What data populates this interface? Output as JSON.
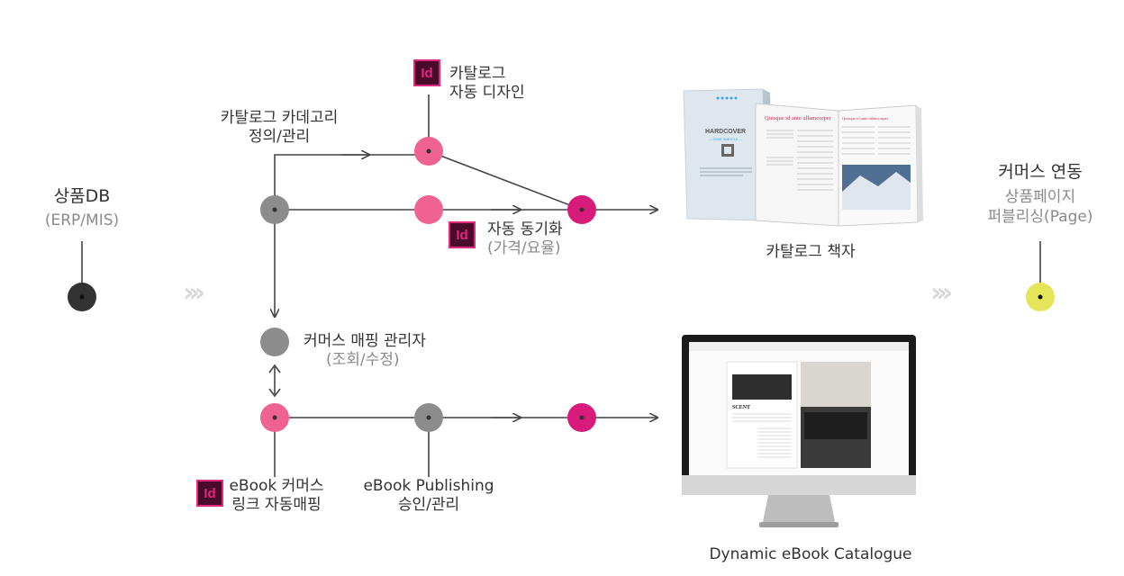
{
  "source": {
    "title": "상품DB",
    "subtitle": "(ERP/MIS)"
  },
  "target": {
    "title": "커머스 연동",
    "line1": "상품페이지",
    "line2": "퍼블리싱(Page)"
  },
  "nodes": {
    "category": {
      "line1": "카탈로그 카데고리",
      "line2": "정의/관리"
    },
    "design": {
      "line1": "카탈로그",
      "line2": "자동 디자인",
      "icon": "indesign-icon"
    },
    "sync": {
      "line1": "자동 동기화",
      "line2": "(가격/요율)",
      "icon": "indesign-icon"
    },
    "commerce_mgr": {
      "line1": "커머스 매핑 관리자",
      "line2": "(조회/수정)"
    },
    "ebook_link": {
      "line1": "eBook 커머스",
      "line2": "링크 자동매핑",
      "icon": "indesign-icon"
    },
    "publishing": {
      "line1": "eBook Publishing",
      "line2": "승인/관리"
    }
  },
  "outputs": {
    "catalog_book": "카탈로그 책자",
    "ebook": "Dynamic eBook Catalogue"
  },
  "icon_label": "Id",
  "book_text": {
    "cover_title": "HARDCOVER",
    "cover_sub": "— SOME SUBTITLE —",
    "page_heading_left": "Quisque id ante ullamcorper",
    "page_heading_right": "Quisque id ante ullamcorper"
  },
  "screen_text": {
    "heading": "SCENT"
  },
  "colors": {
    "gray_node": "#8c8c8c",
    "pink_node": "#f06292",
    "magenta_node": "#d81b7a",
    "dark_node": "#333333",
    "yellow_node": "#e5e55a",
    "line": "#444444"
  }
}
